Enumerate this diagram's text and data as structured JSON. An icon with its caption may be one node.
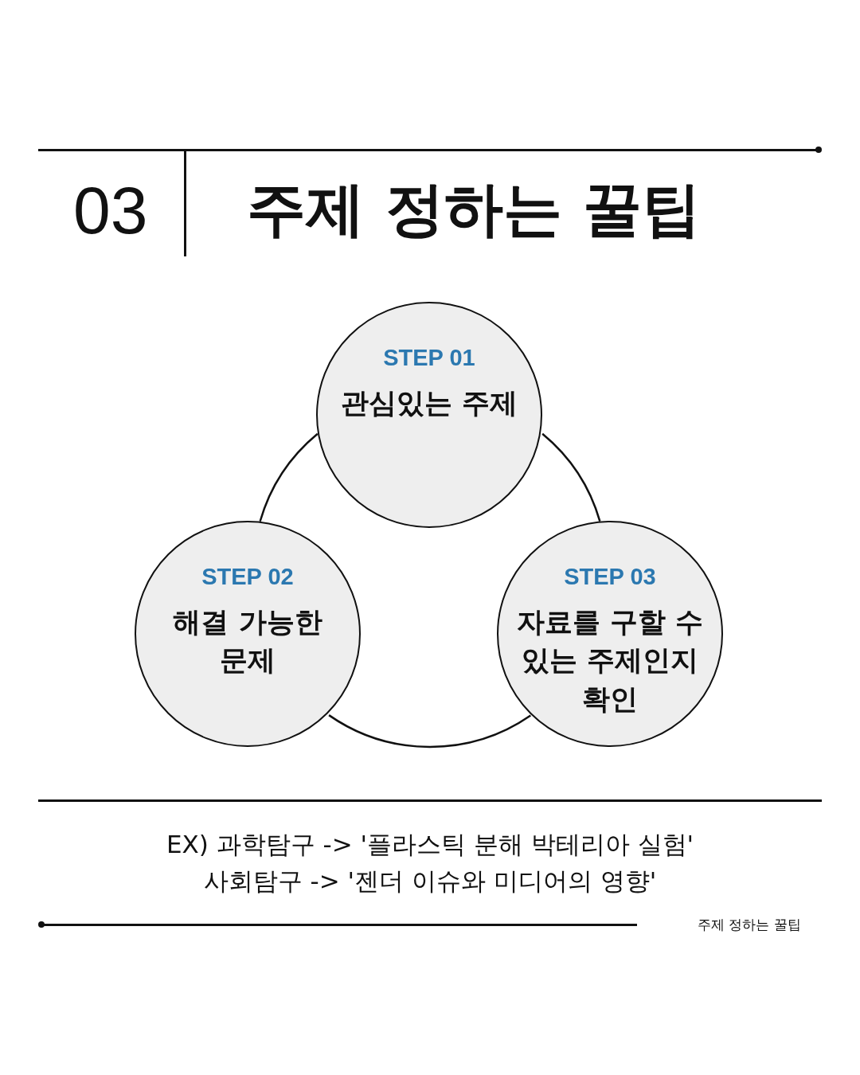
{
  "diagram": {
    "title": "주제 정하는 꿀팁",
    "nodes": [
      {
        "text": [
          "STEP 01",
          "관심있는 주제"
        ]
      },
      {
        "text": [
          "STEP 02",
          "해결 가능한 문제"
        ]
      },
      {
        "text": [
          "STEP 03",
          "자료를 구할 수 있는 주제인지 확인"
        ]
      }
    ],
    "edges": [
      {
        "from": 0,
        "to": 1,
        "arrow": "none"
      },
      {
        "from": 1,
        "to": 2,
        "arrow": "none"
      },
      {
        "from": 2,
        "to": 0,
        "arrow": "none"
      }
    ],
    "labels": [
      "03",
      "EX) 과학탐구 -> '플라스틱 분해 박테리아 실험'",
      "사회탐구 -> '젠더 이슈와 미디어의 영향'",
      "주제 정하는 꿀팁"
    ]
  }
}
